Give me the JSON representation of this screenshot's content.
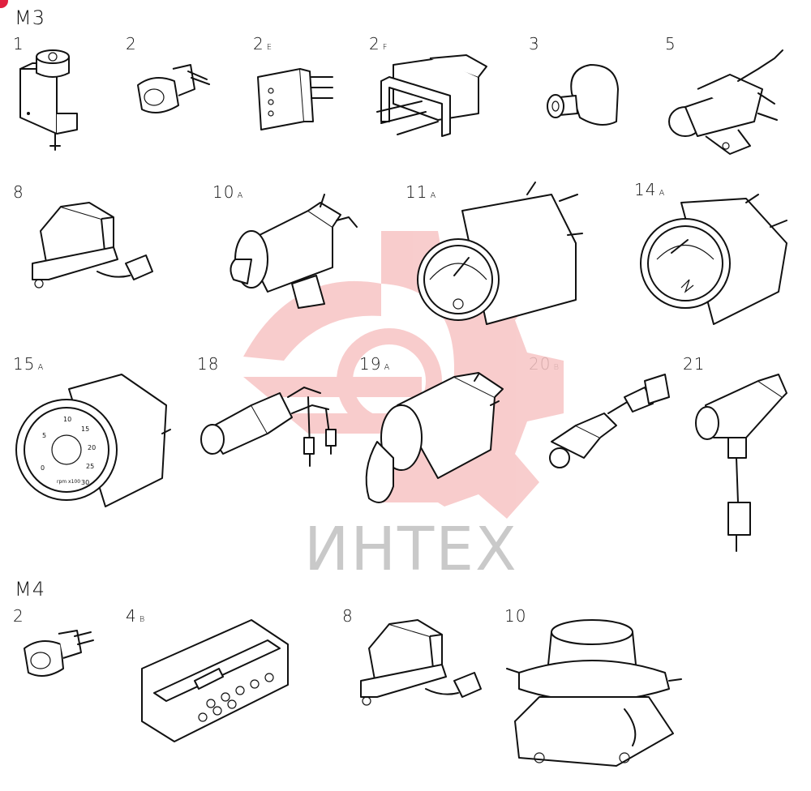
{
  "sections": [
    {
      "id": "m3",
      "label": "M3",
      "parts": [
        {
          "id": "m3-1",
          "num": "1",
          "suffix": ""
        },
        {
          "id": "m3-2",
          "num": "2",
          "suffix": ""
        },
        {
          "id": "m3-2e",
          "num": "2",
          "suffix": "E"
        },
        {
          "id": "m3-2f",
          "num": "2",
          "suffix": "F"
        },
        {
          "id": "m3-3",
          "num": "3",
          "suffix": ""
        },
        {
          "id": "m3-5",
          "num": "5",
          "suffix": ""
        },
        {
          "id": "m3-8",
          "num": "8",
          "suffix": ""
        },
        {
          "id": "m3-10a",
          "num": "10",
          "suffix": "A"
        },
        {
          "id": "m3-11a",
          "num": "11",
          "suffix": "A"
        },
        {
          "id": "m3-14a",
          "num": "14",
          "suffix": "A"
        },
        {
          "id": "m3-15a",
          "num": "15",
          "suffix": "A"
        },
        {
          "id": "m3-18",
          "num": "18",
          "suffix": ""
        },
        {
          "id": "m3-19a",
          "num": "19",
          "suffix": "A"
        },
        {
          "id": "m3-20b",
          "num": "20",
          "suffix": "B"
        },
        {
          "id": "m3-21",
          "num": "21",
          "suffix": ""
        }
      ]
    },
    {
      "id": "m4",
      "label": "M4",
      "parts": [
        {
          "id": "m4-2",
          "num": "2",
          "suffix": ""
        },
        {
          "id": "m4-4b",
          "num": "4",
          "suffix": "B"
        },
        {
          "id": "m4-8",
          "num": "8",
          "suffix": ""
        },
        {
          "id": "m4-10",
          "num": "10",
          "suffix": ""
        }
      ]
    }
  ],
  "gauge_scale": [
    "0",
    "5",
    "10",
    "15",
    "20",
    "25",
    "30"
  ],
  "gauge_unit": "rpm x100",
  "watermark": {
    "text": "ИНТЕХ",
    "color": "#f4b8b8",
    "text_color": "#c9c9c9"
  },
  "colors": {
    "ink": "#111111",
    "accent": "#e02040"
  }
}
